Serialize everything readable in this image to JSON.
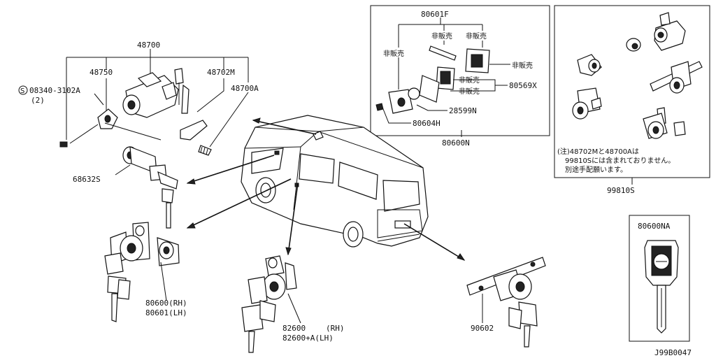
{
  "labels": {
    "p48700": "48700",
    "p48750": "48750",
    "p48702m": "48702M",
    "p48700a": "48700A",
    "p08340": "08340-3102A",
    "p08340_qty": "(2)",
    "s_mark": "S",
    "p68632s": "68632S",
    "p80600_rh": "80600(RH)",
    "p80601_lh": "80601(LH)",
    "p82600_a": "82600",
    "p82600_rh": "(RH)",
    "p82600a_lh": "82600+A(LH)",
    "p90602": "90602",
    "p80601f": "80601F",
    "not_sold_1": "非販売",
    "not_sold_2": "非販売",
    "not_sold_3": "非販売",
    "not_sold_4": "非販売",
    "not_sold_5": "非販売",
    "not_sold_6": "非販売",
    "p80569x": "80569X",
    "p28599n": "28599N",
    "p80604h": "80604H",
    "p80600n": "80600N",
    "note_line1": "(注)48702Mと48700Aは",
    "note_line2": "99810Sには含まれておりません。",
    "note_line3": "別途手配願います。",
    "p99810s": "99810S",
    "p80600na": "80600NA",
    "diagram_id": "J99B0047"
  }
}
